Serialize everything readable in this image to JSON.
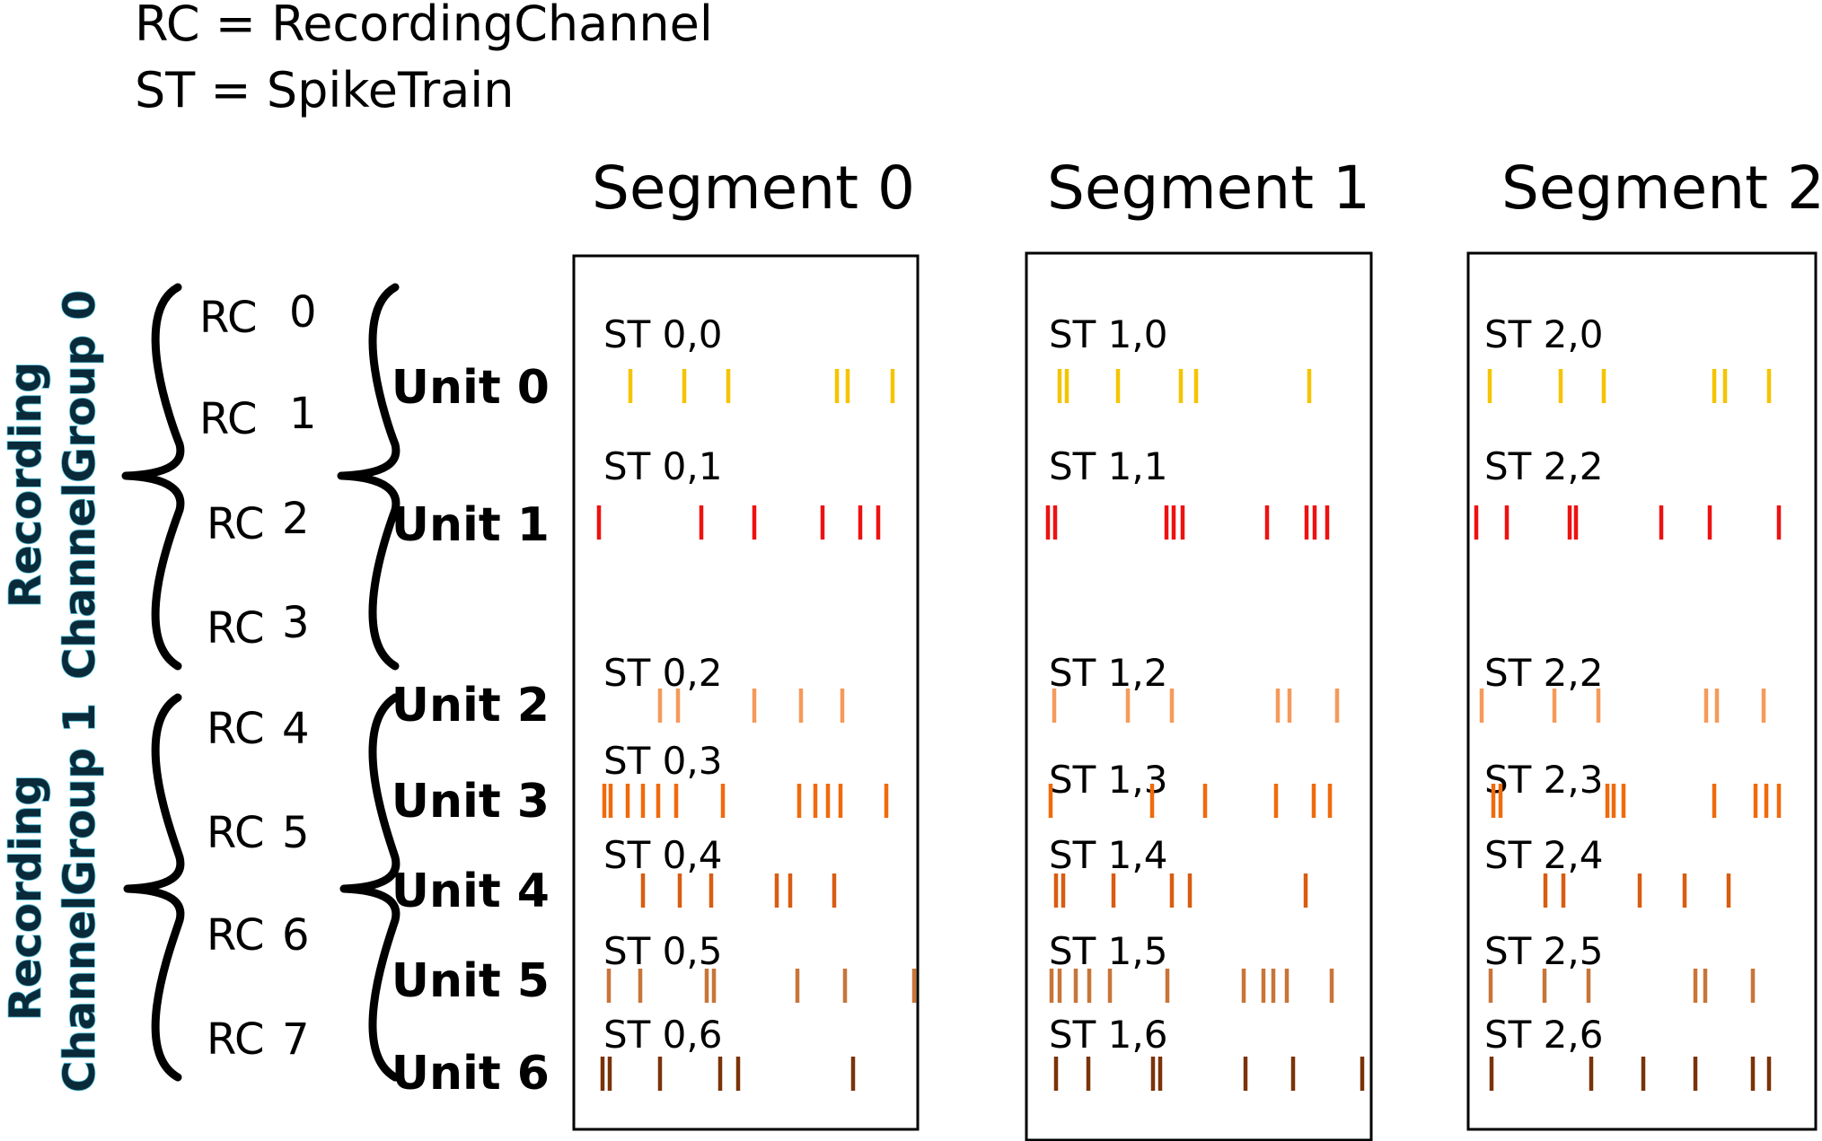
{
  "legend": [
    "RC = RecordingChannel",
    "ST = SpikeTrain"
  ],
  "segments": [
    "Segment 0",
    "Segment 1",
    "Segment 2"
  ],
  "channels": [
    {
      "label": "RC",
      "num": "0"
    },
    {
      "label": "RC",
      "num": "1"
    },
    {
      "label": "RC",
      "num": "2"
    },
    {
      "label": "RC",
      "num": "3"
    },
    {
      "label": "RC",
      "num": "4"
    },
    {
      "label": "RC",
      "num": "5"
    },
    {
      "label": "RC",
      "num": "6"
    },
    {
      "label": "RC",
      "num": "7"
    }
  ],
  "groups": [
    {
      "line1": "Recording",
      "line2": "ChannelGroup 0"
    },
    {
      "line1": "Recording",
      "line2": "ChannelGroup 1"
    }
  ],
  "units": [
    {
      "label": "Unit 0",
      "color": "#f5c400"
    },
    {
      "label": "Unit 1",
      "color": "#ee1111"
    },
    {
      "label": "Unit 2",
      "color": "#f59a5a"
    },
    {
      "label": "Unit 3",
      "color": "#f06a0c"
    },
    {
      "label": "Unit 4",
      "color": "#d95c10"
    },
    {
      "label": "Unit 5",
      "color": "#c87538"
    },
    {
      "label": "Unit 6",
      "color": "#7a3308"
    }
  ],
  "spiketrains": [
    [
      "ST 0,0",
      "ST 0,1",
      "ST 0,2",
      "ST 0,3",
      "ST 0,4",
      "ST 0,5",
      "ST 0,6"
    ],
    [
      "ST 1,0",
      "ST 1,1",
      "ST 1,2",
      "ST 1,3",
      "ST 1,4",
      "ST 1,5",
      "ST 1,6"
    ],
    [
      "ST 2,0",
      "ST 2,2",
      "ST 2,2",
      "ST 2,3",
      "ST 2,4",
      "ST 2,5",
      "ST 2,6"
    ]
  ]
}
